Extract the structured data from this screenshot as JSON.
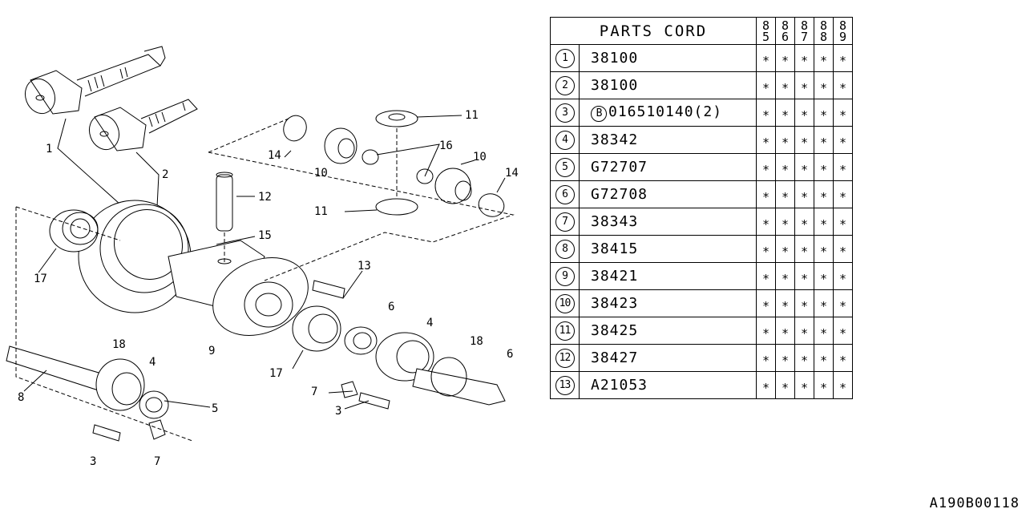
{
  "table": {
    "header_title": "PARTS CORD",
    "years": [
      [
        "8",
        "5"
      ],
      [
        "8",
        "6"
      ],
      [
        "8",
        "7"
      ],
      [
        "8",
        "8"
      ],
      [
        "8",
        "9"
      ]
    ],
    "rows": [
      {
        "no": "1",
        "prefix": "",
        "code": "38100",
        "marks": [
          "*",
          "*",
          "*",
          "*",
          "*"
        ]
      },
      {
        "no": "2",
        "prefix": "",
        "code": "38100",
        "marks": [
          "*",
          "*",
          "*",
          "*",
          "*"
        ]
      },
      {
        "no": "3",
        "prefix": "B",
        "code": "016510140(2)",
        "marks": [
          "*",
          "*",
          "*",
          "*",
          "*"
        ]
      },
      {
        "no": "4",
        "prefix": "",
        "code": "38342",
        "marks": [
          "*",
          "*",
          "*",
          "*",
          "*"
        ]
      },
      {
        "no": "5",
        "prefix": "",
        "code": "G72707",
        "marks": [
          "*",
          "*",
          "*",
          "*",
          "*"
        ]
      },
      {
        "no": "6",
        "prefix": "",
        "code": "G72708",
        "marks": [
          "*",
          "*",
          "*",
          "*",
          "*"
        ]
      },
      {
        "no": "7",
        "prefix": "",
        "code": "38343",
        "marks": [
          "*",
          "*",
          "*",
          "*",
          "*"
        ]
      },
      {
        "no": "8",
        "prefix": "",
        "code": "38415",
        "marks": [
          "*",
          "*",
          "*",
          "*",
          "*"
        ]
      },
      {
        "no": "9",
        "prefix": "",
        "code": "38421",
        "marks": [
          "*",
          "*",
          "*",
          "*",
          "*"
        ]
      },
      {
        "no": "10",
        "prefix": "",
        "code": "38423",
        "marks": [
          "*",
          "*",
          "*",
          "*",
          "*"
        ]
      },
      {
        "no": "11",
        "prefix": "",
        "code": "38425",
        "marks": [
          "*",
          "*",
          "*",
          "*",
          "*"
        ]
      },
      {
        "no": "12",
        "prefix": "",
        "code": "38427",
        "marks": [
          "*",
          "*",
          "*",
          "*",
          "*"
        ]
      },
      {
        "no": "13",
        "prefix": "",
        "code": "A21053",
        "marks": [
          "*",
          "*",
          "*",
          "*",
          "*"
        ]
      }
    ]
  },
  "diagram": {
    "callouts": {
      "c1": "1",
      "c2": "2",
      "c3a": "3",
      "c3b": "3",
      "c4a": "4",
      "c4b": "4",
      "c5": "5",
      "c6a": "6",
      "c6b": "6",
      "c7a": "7",
      "c7b": "7",
      "c8": "8",
      "c9": "9",
      "c10a": "10",
      "c10b": "10",
      "c11a": "11",
      "c11b": "11",
      "c12": "12",
      "c13": "13",
      "c14a": "14",
      "c14b": "14",
      "c15": "15",
      "c16": "16",
      "c17a": "17",
      "c17b": "17",
      "c18a": "18",
      "c18b": "18"
    }
  },
  "footer": {
    "drawing_code": "A190B00118"
  }
}
